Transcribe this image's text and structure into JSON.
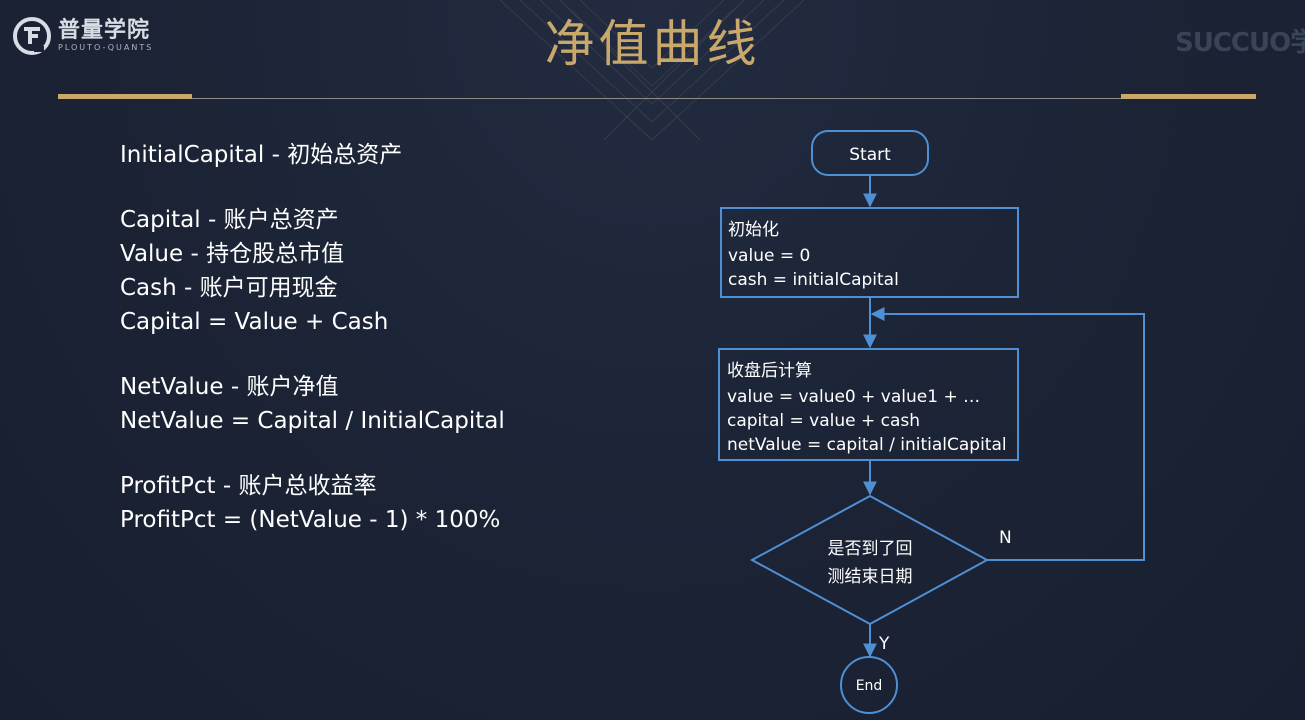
{
  "brand": {
    "name_cn": "普量学院",
    "name_en": "PLOUTO-QUANTS",
    "watermark": "SUCCUO学院"
  },
  "slide": {
    "title": "净值曲线"
  },
  "definitions": {
    "groups": [
      [
        "InitialCapital - 初始总资产"
      ],
      [
        "Capital - 账户总资产",
        "Value - 持仓股总市值",
        "Cash - 账户可用现金",
        "Capital = Value + Cash"
      ],
      [
        "NetValue - 账户净值",
        "NetValue = Capital / InitialCapital"
      ],
      [
        "ProfitPct - 账户总收益率",
        "ProfitPct = (NetValue - 1) * 100%"
      ]
    ]
  },
  "flowchart": {
    "start": "Start",
    "init": {
      "lines": [
        "初始化",
        "value = 0",
        "cash = initialCapital"
      ]
    },
    "calc": {
      "lines": [
        "收盘后计算",
        "value = value0 + value1 + …",
        "capital = value + cash",
        "netValue = capital / initialCapital"
      ]
    },
    "decision": {
      "lines": [
        "是否到了回",
        "测结束日期"
      ]
    },
    "no_label": "N",
    "yes_label": "Y",
    "end": "End",
    "stroke_color": "#4f8fd3"
  },
  "colors": {
    "background": "#1b2335",
    "title_gold": "#c9a96b",
    "flow_blue": "#4f8fd3"
  }
}
